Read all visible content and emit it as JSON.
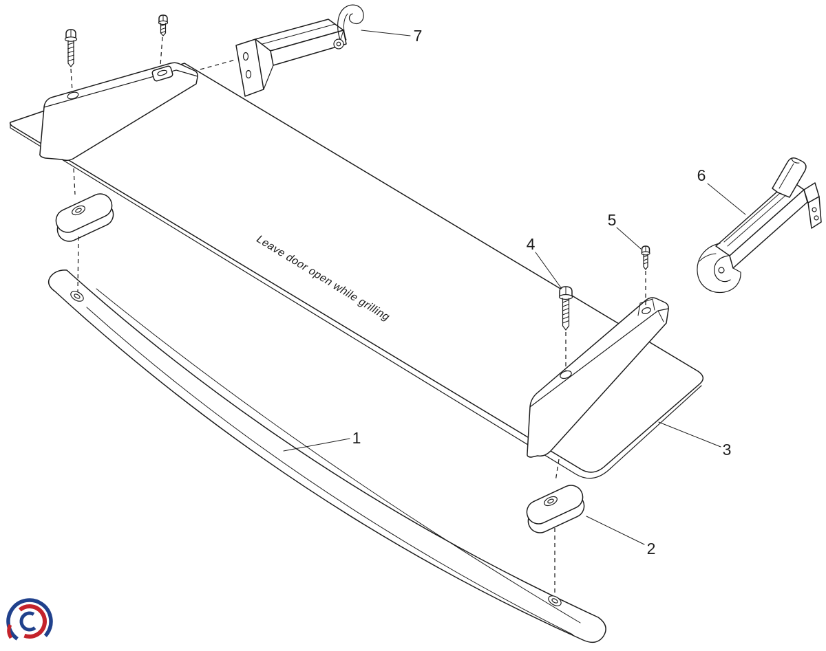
{
  "diagram": {
    "panel_label": "Leave door open while grilling",
    "callouts": [
      {
        "number": "1"
      },
      {
        "number": "2"
      },
      {
        "number": "3"
      },
      {
        "number": "4"
      },
      {
        "number": "5"
      },
      {
        "number": "6"
      },
      {
        "number": "7"
      }
    ]
  },
  "colors": {
    "line": "#1c1c1c",
    "background": "#ffffff",
    "logo_blue": "#20418c",
    "logo_red": "#c4232b"
  }
}
